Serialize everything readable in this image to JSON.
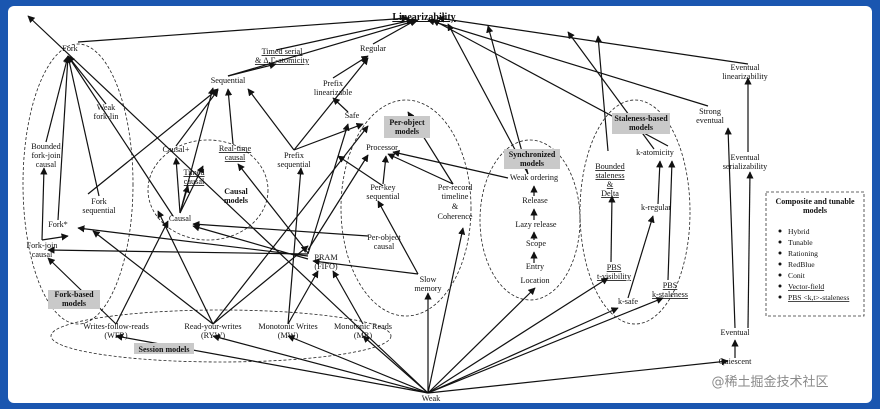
{
  "title": "Linearizability",
  "nodes": {
    "timed_serial": [
      "Timed serial",
      "& Δ,Γ-atomicity"
    ],
    "sequential": "Sequential",
    "regular": "Regular",
    "prefix_lin": [
      "Prefix",
      "linearizable"
    ],
    "safe": "Safe",
    "fork": "Fork",
    "weak_fork_lin": [
      "Weak",
      "fork-lin"
    ],
    "bounded_fork_join": [
      "Bounded",
      "fork-join",
      "causal"
    ],
    "causal_plus": "Causal+",
    "realtime_causal": [
      "Real-time",
      "causal"
    ],
    "prefix_seq": [
      "Prefix",
      "sequential"
    ],
    "timed_causal": [
      "Timed",
      "causal"
    ],
    "fork_seq": [
      "Fork",
      "sequential"
    ],
    "fork_star": "Fork*",
    "causal": "Causal",
    "fork_join_causal": [
      "Fork-join",
      "causal"
    ],
    "processor": "Processor",
    "per_key_seq": [
      "Per-key",
      "sequential"
    ],
    "per_record": [
      "Per-record",
      "timeline"
    ],
    "amp": "&",
    "coherence": "Coherence",
    "per_object_causal": [
      "Per-object",
      "causal"
    ],
    "pram": [
      "PRAM",
      "(FIFO)"
    ],
    "slow_memory": [
      "Slow",
      "memory"
    ],
    "weak_ordering": "Weak ordering",
    "release": "Release",
    "lazy_release": "Lazy release",
    "scope": "Scope",
    "entry": "Entry",
    "location": "Location",
    "k_atomicity": "k-atomicity",
    "bounded_staleness": [
      "Bounded",
      "staleness",
      "&",
      "Delta"
    ],
    "k_regular": "k-regular",
    "pbs_t": [
      "PBS",
      "t-visibility"
    ],
    "pbs_k": [
      "PBS",
      "k-staleness"
    ],
    "k_safe": "k-safe",
    "eventual_lin": [
      "Eventual",
      "linearizability"
    ],
    "strong_eventual": [
      "Strong",
      "eventual"
    ],
    "eventual_ser": [
      "Eventual",
      "serializability"
    ],
    "eventual": "Eventual",
    "quiescent": "Quiescent",
    "wfr": [
      "Writes-follow-reads",
      "(WFR)"
    ],
    "ryw": [
      "Read-your-writes",
      "(RYW)"
    ],
    "mw": [
      "Monotonic Writes",
      "(MW)"
    ],
    "mr": [
      "Monotonic Reads",
      "(MR)"
    ],
    "weak": "Weak"
  },
  "groups": {
    "fork": [
      "Fork-based",
      "models"
    ],
    "causal": [
      "Causal",
      "models"
    ],
    "per_object": [
      "Per-object",
      "models"
    ],
    "synchronized": [
      "Synchronized",
      "models"
    ],
    "staleness": [
      "Staleness-based",
      "models"
    ],
    "session": "Session models"
  },
  "legend": {
    "title": [
      "Composite and tunable",
      "models"
    ],
    "items": [
      "Hybrid",
      "Tunable",
      "Rationing",
      "RedBlue",
      "Conit",
      "Vector-field",
      "PBS <k,t>-staleness"
    ]
  },
  "watermark": "@稀土掘金技术社区"
}
